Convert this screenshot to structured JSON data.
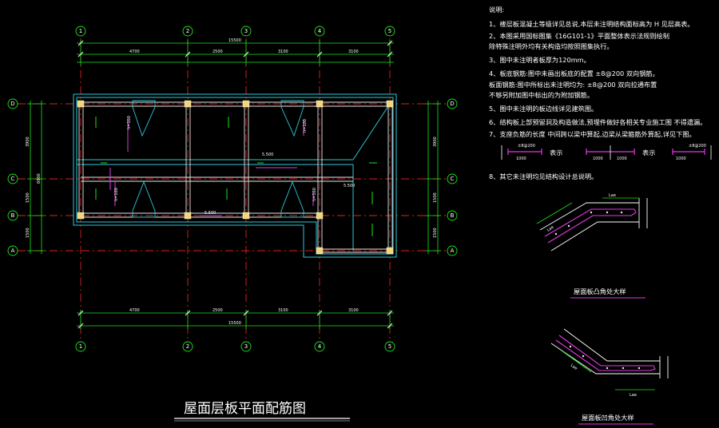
{
  "drawing": {
    "title": "屋面层板平面配筋图",
    "axes_vertical": [
      "1",
      "2",
      "3",
      "4",
      "5"
    ],
    "axes_horizontal": [
      "D",
      "C",
      "B",
      "A"
    ],
    "dims_top_total": "15500",
    "dims_top_segments": [
      "4700",
      "2500",
      "3100",
      "3100"
    ],
    "dims_bottom_total": "15500",
    "dims_bottom_segments": [
      "4700",
      "2500",
      "3100",
      "3100"
    ],
    "dims_side_segments": [
      "3900",
      "1500",
      "1500"
    ],
    "dims_side_total": "6900",
    "slab_labels": [
      "h=100",
      "h=100",
      "h=100",
      "h=100"
    ],
    "elevation_labels": [
      "5.500",
      "5.500",
      "5.500"
    ]
  },
  "notes": {
    "heading": "说明:",
    "items": [
      "1、楼层板混凝土等级详见总说,本层未注明结构面标高为 H  见层高表。",
      "2、本图采用国标图集《16G101-1》平面整体表示法规则绘制",
      "    除特殊注明外均有关构造均按照图集执行。",
      "3、图中未注明者板厚为120mm。",
      "4、板底钢筋:图中未画出板底的配置 ±8@200 双向钢筋。",
      "    板面钢筋:图中所标出未注明均为: ±8@200 双向拉通布置",
      "    不够另附加图中标出的为附加钢筋。",
      "5、图中未注明的板边线详见建筑图。",
      "6、结构板上部预留洞及构造做法,预埋件做好各相关专业施工图 不得遗漏。",
      "7、支座负筋的长度  中间跨以梁中算起,边梁从梁箍筋外算起,详见下图。",
      "8、其它未注明均见结构设计总说明。"
    ],
    "legend_label_1": "表示",
    "legend_label_2": "表示",
    "legend_rebar_1": "±8@200",
    "legend_rebar_2": "±8@200",
    "legend_len_1": "1000",
    "legend_len_2": "1000"
  },
  "details": {
    "detail_1_caption": "屋面板凸角处大样",
    "detail_2_caption": "屋面板凹角处大样",
    "lae": "Lae"
  }
}
